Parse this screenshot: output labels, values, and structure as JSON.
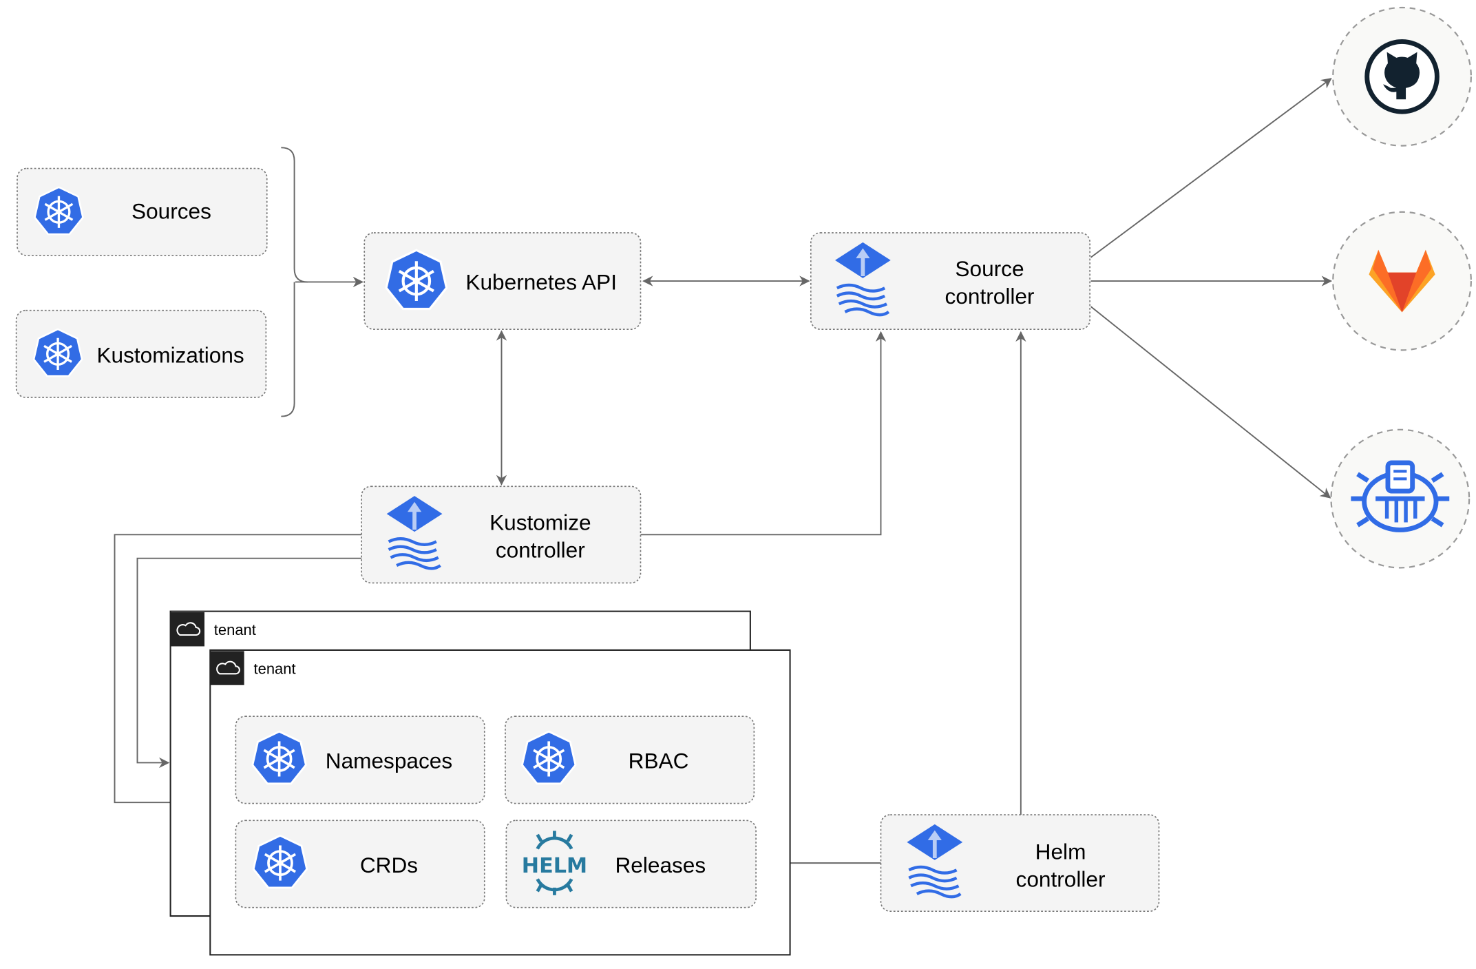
{
  "nodes": {
    "sources": "Sources",
    "kustomizations": "Kustomizations",
    "kubernetes_api": "Kubernetes API",
    "source_controller": [
      "Source",
      "controller"
    ],
    "kustomize_controller": [
      "Kustomize",
      "controller"
    ],
    "helm_controller": [
      "Helm",
      "controller"
    ],
    "namespaces": "Namespaces",
    "rbac": "RBAC",
    "crds": "CRDs",
    "releases": "Releases",
    "helm_logo_text": "HELM"
  },
  "tenants": [
    "tenant",
    "tenant"
  ],
  "external_sources": [
    "github-icon",
    "gitlab-icon",
    "helm-repository-icon"
  ],
  "colors": {
    "kubernetes_blue": "#326ce5",
    "flux_blue": "#316ce6",
    "helm_blue": "#277a9f",
    "gitlab_orange": "#e24329",
    "gitlab_light": "#fca326",
    "github_dark": "#12222f",
    "edge": "#666666"
  }
}
